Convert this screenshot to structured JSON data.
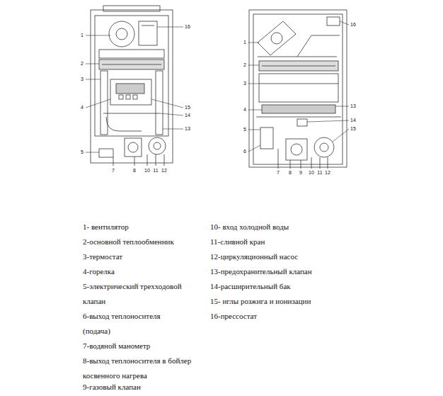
{
  "diagram": {
    "labels": [
      "1",
      "2",
      "3",
      "4",
      "5",
      "16",
      "15",
      "14",
      "13",
      "7",
      "8",
      "10",
      "11",
      "12",
      "1",
      "2",
      "3",
      "4",
      "5",
      "6",
      "16",
      "13",
      "14",
      "15",
      "7",
      "8",
      "9",
      "10",
      "11",
      "12",
      "1- вентилятор",
      "2-основной теплообменник",
      "3-термостат",
      "4-горелка",
      "5-электрический трехходовой клапан",
      "6-выход теплоносителя (подача)",
      "7-водяной манометр",
      "8-выход теплоносителя в бойлер косвенного нагрева",
      "9-газовый клапан",
      "10- вход холодной воды",
      "11-сливной кран",
      "12-циркуляционный насос",
      "13-предохранительный клапан",
      "14-расширительный бак",
      "15- иглы розжига и ионизации",
      "16-прессостат"
    ]
  }
}
